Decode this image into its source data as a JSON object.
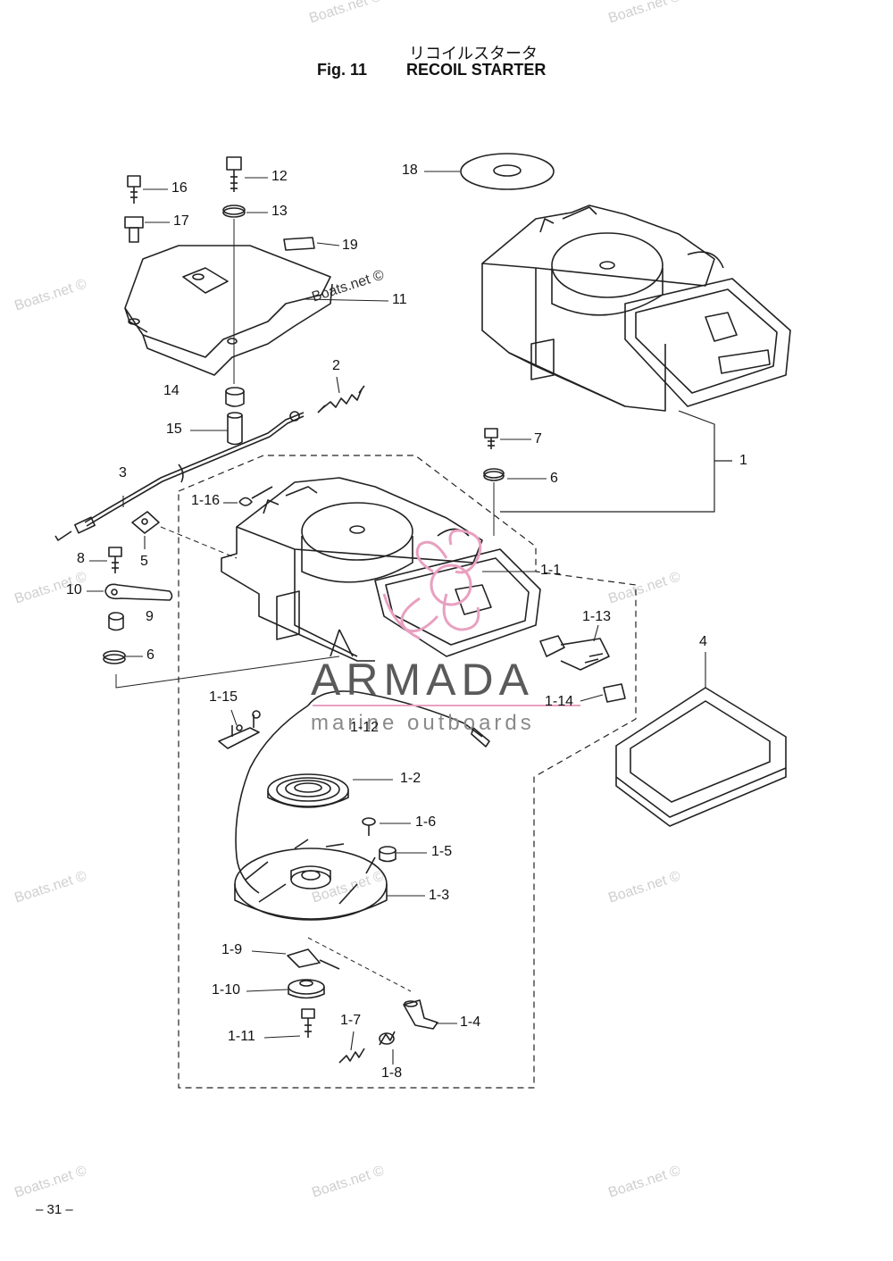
{
  "title": {
    "japanese": "リコイルスタータ",
    "fig": "Fig. 11",
    "english": "RECOIL STARTER"
  },
  "watermark": "Boats.net ©",
  "brand": {
    "name": "ARMADA",
    "tagline": "marine outboards",
    "logo_color": "#e8a0c0"
  },
  "labels": {
    "l1": "1",
    "l2": "2",
    "l3": "3",
    "l4": "4",
    "l5": "5",
    "l6a": "6",
    "l6b": "6",
    "l7": "7",
    "l8": "8",
    "l9": "9",
    "l10": "10",
    "l11": "11",
    "l12": "12",
    "l13": "13",
    "l14": "14",
    "l15": "15",
    "l16": "16",
    "l17": "17",
    "l18": "18",
    "l19": "19",
    "l1_1": "1-1",
    "l1_2": "1-2",
    "l1_3": "1-3",
    "l1_4": "1-4",
    "l1_5": "1-5",
    "l1_6": "1-6",
    "l1_7": "1-7",
    "l1_8": "1-8",
    "l1_9": "1-9",
    "l1_10": "1-10",
    "l1_11": "1-11",
    "l1_12": "1-12",
    "l1_13": "1-13",
    "l1_14": "1-14",
    "l1_15": "1-15",
    "l1_16": "1-16"
  },
  "page_number": "– 31 –"
}
